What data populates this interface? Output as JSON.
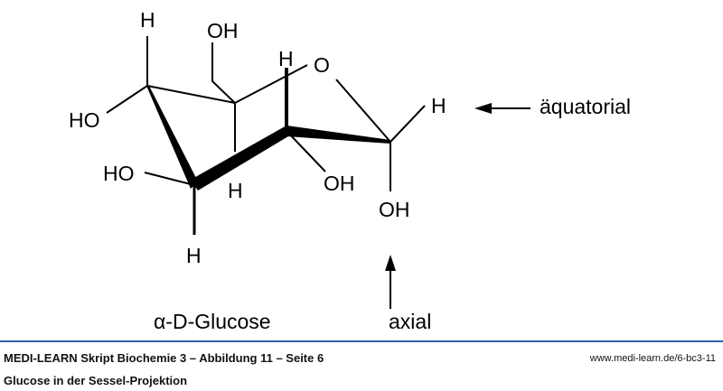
{
  "diagram": {
    "title": "α-D-Glucose",
    "annotations": {
      "equatorial": "äquatorial",
      "axial": "axial"
    },
    "atoms": {
      "c4_h": "H",
      "c4_oh": "HO",
      "ch2oh": "OH",
      "c5_h": "H",
      "c2_h_top": "H",
      "ring_o": "O",
      "c1_h": "H",
      "c3_oh": "HO",
      "c3_h": "H",
      "c2_oh": "OH",
      "c1_oh": "OH"
    }
  },
  "footer": {
    "source": "MEDI-LEARN Skript Biochemie 3 – Abbildung 11 – Seite 6",
    "caption": "Glucose in der Sessel-Projektion",
    "url": "www.medi-learn.de/6-bc3-11"
  },
  "colors": {
    "rule": "#2d63a8"
  }
}
